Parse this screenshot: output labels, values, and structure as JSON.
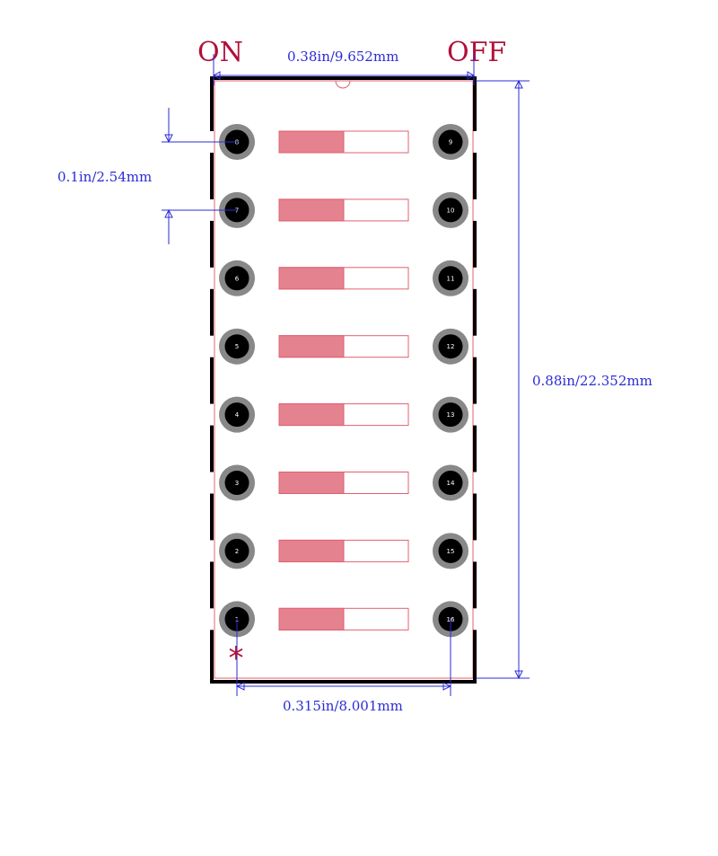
{
  "labels": {
    "on": "ON",
    "off": "OFF",
    "width_top": "0.38in/9.652mm",
    "pitch": "0.1in/2.54mm",
    "height": "0.88in/22.352mm",
    "width_bottom": "0.315in/8.001mm",
    "pin1_marker": "*"
  },
  "pins_left": [
    "8",
    "7",
    "6",
    "5",
    "4",
    "3",
    "2",
    "1"
  ],
  "pins_right": [
    "9",
    "10",
    "11",
    "12",
    "13",
    "14",
    "15",
    "16"
  ],
  "colors": {
    "outline": "#000000",
    "silk": "#e06070",
    "switch_fill": "#e4828f",
    "pad_ring": "#888888",
    "pad_hole": "#000000",
    "dimension": "#2b2bd6",
    "accent": "#b0103a"
  }
}
